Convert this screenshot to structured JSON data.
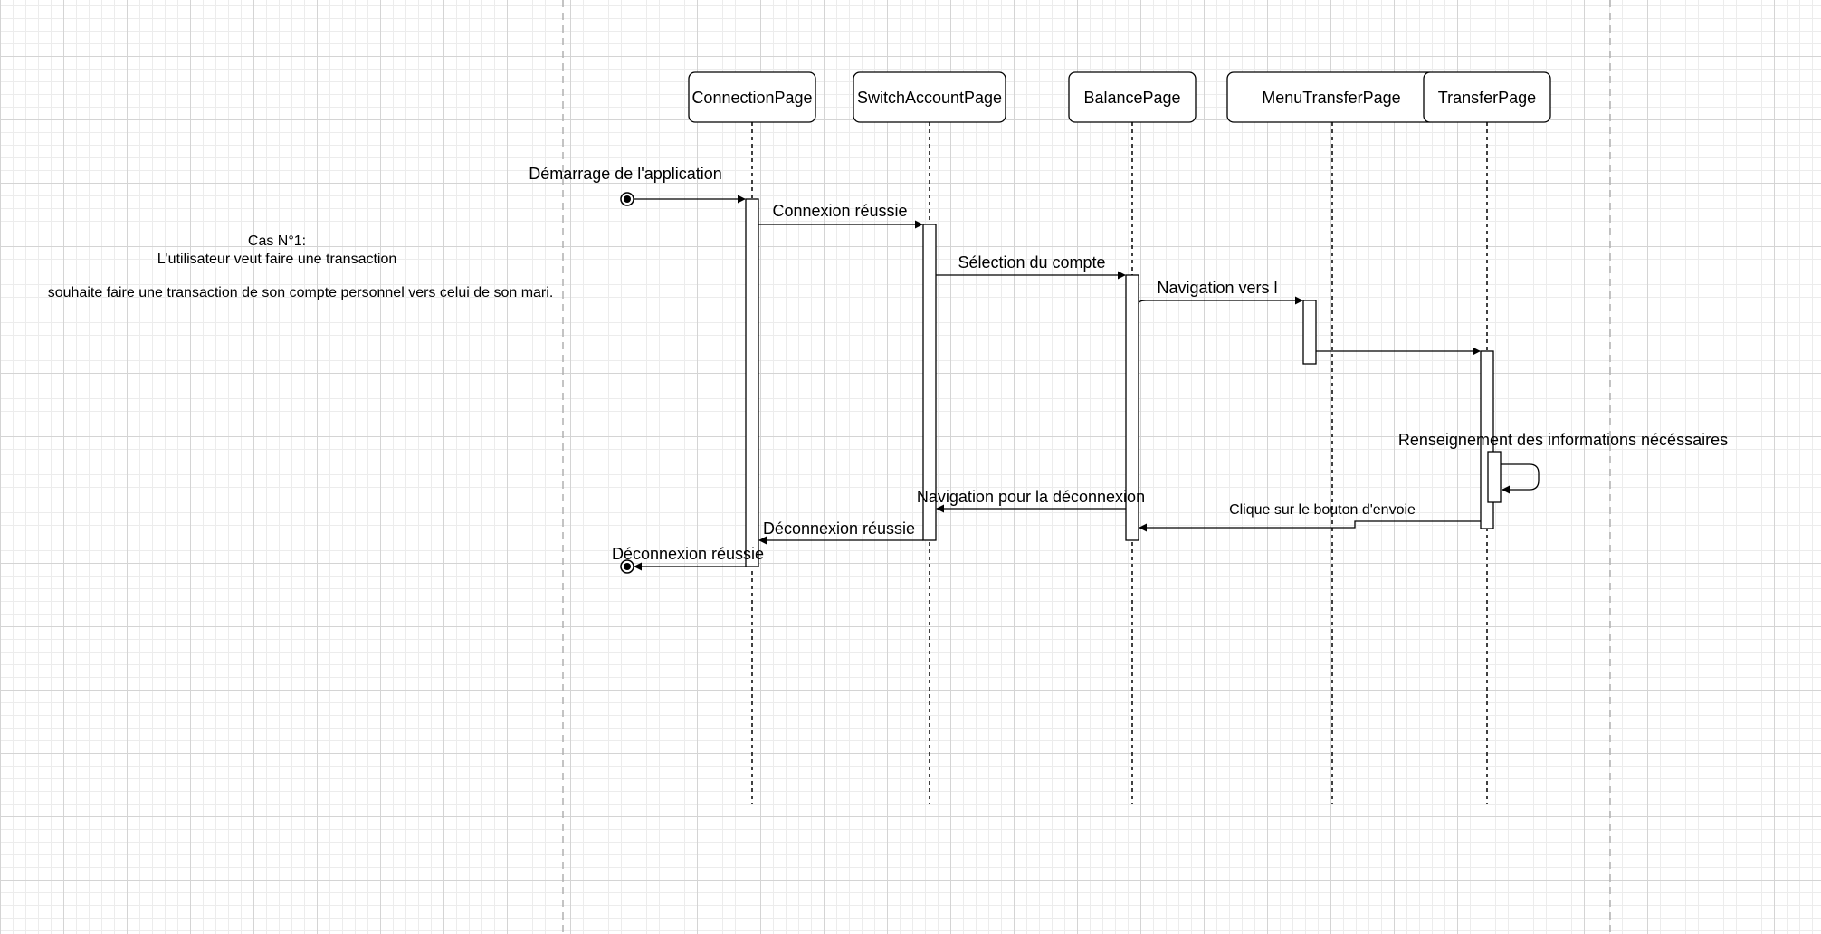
{
  "description": {
    "line1": "Cas N°1:",
    "line2": "L'utilisateur veut faire une transaction",
    "line3": "souhaite faire une transaction de son compte personnel vers celui de son mari."
  },
  "lifelines": [
    {
      "id": "connection",
      "label": "ConnectionPage"
    },
    {
      "id": "switch",
      "label": "SwitchAccountPage"
    },
    {
      "id": "balance",
      "label": "BalancePage"
    },
    {
      "id": "menutransfer",
      "label": "MenuTransferPage"
    },
    {
      "id": "transfer",
      "label": "TransferPage"
    }
  ],
  "messages": {
    "start": "Démarrage de l'application",
    "login_ok": "Connexion réussie",
    "account_select": "Sélection du compte",
    "nav_to": "Navigation vers l",
    "fill_info": "Renseignement des informations nécéssaires",
    "send_click": "Clique sur le bouton d'envoie",
    "nav_logout": "Navigation pour la déconnexion",
    "logout_ok_1": "Déconnexion réussie",
    "logout_ok_2": "Déconnexion réussie"
  },
  "colors": {
    "stroke": "#000000",
    "grid_major": "#d4d4d4",
    "grid_minor": "#ececec",
    "page_border": "#b0b0b0"
  }
}
